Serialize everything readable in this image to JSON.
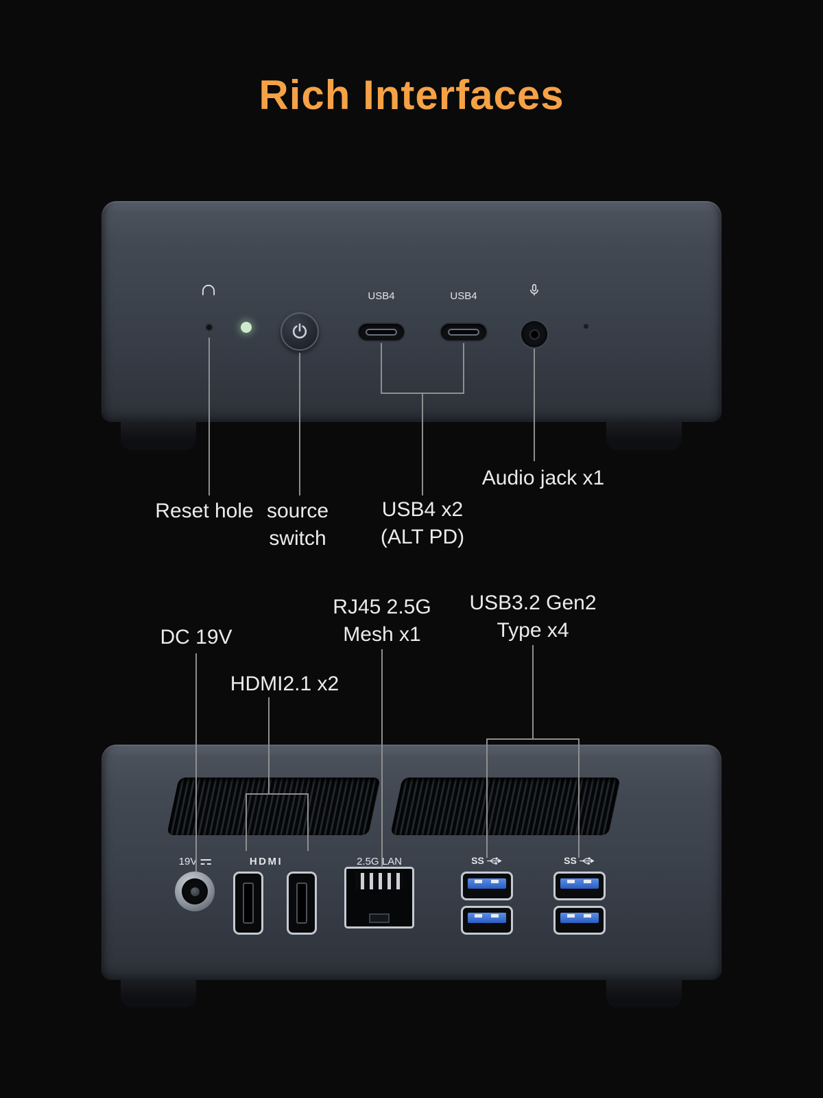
{
  "title": "Rich Interfaces",
  "colors": {
    "background": "#0a0a0b",
    "title_orange": "#f5a246",
    "device_gray": "#3a404a",
    "label_text": "#ebebeb",
    "usb_blue": "#2a5cc0",
    "led_green": "#cfe9cc",
    "callout_line": "#8f8f8f"
  },
  "front_panel": {
    "port_labels": {
      "usb4_left": "USB4",
      "usb4_right": "USB4"
    },
    "callouts": {
      "reset": "Reset hole",
      "source_line1": "source",
      "source_line2": "switch",
      "usb4_line1": "USB4 x2",
      "usb4_line2": "(ALT PD)",
      "audio": "Audio jack x1"
    }
  },
  "rear_panel": {
    "callouts": {
      "dc": "DC 19V",
      "hdmi": "HDMI2.1 x2",
      "rj45_line1": "RJ45 2.5G",
      "rj45_line2": "Mesh x1",
      "usb_line1": "USB3.2 Gen2",
      "usb_line2": "Type x4"
    },
    "port_labels": {
      "dc": "19V",
      "hdmi": "HDMI",
      "lan": "2.5G LAN",
      "ss_left": "SS",
      "ss_right": "SS"
    }
  }
}
